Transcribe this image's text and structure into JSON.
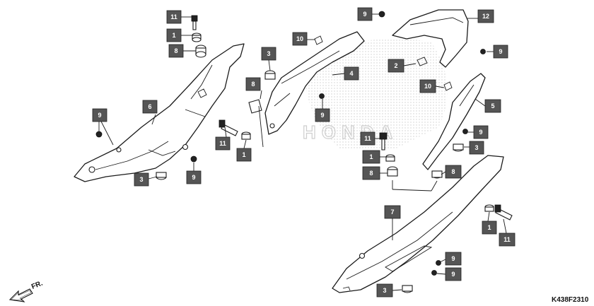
{
  "diagram": {
    "code": "K438F2310",
    "front_label": "FR.",
    "watermark_text": "HONDA",
    "callout_color": "#555555",
    "callouts": [
      {
        "id": "c11a",
        "label": "11"
      },
      {
        "id": "c1a",
        "label": "1"
      },
      {
        "id": "c8a",
        "label": "8"
      },
      {
        "id": "c3a",
        "label": "3"
      },
      {
        "id": "c10a",
        "label": "10"
      },
      {
        "id": "c4",
        "label": "4"
      },
      {
        "id": "c8b",
        "label": "8"
      },
      {
        "id": "c9a",
        "label": "9"
      },
      {
        "id": "c6",
        "label": "6"
      },
      {
        "id": "c9b",
        "label": "9"
      },
      {
        "id": "c11b",
        "label": "11"
      },
      {
        "id": "c1b",
        "label": "1"
      },
      {
        "id": "c3b",
        "label": "3"
      },
      {
        "id": "c9c",
        "label": "9"
      },
      {
        "id": "c9d",
        "label": "9"
      },
      {
        "id": "c12",
        "label": "12"
      },
      {
        "id": "c2",
        "label": "2"
      },
      {
        "id": "c9e",
        "label": "9"
      },
      {
        "id": "c10b",
        "label": "10"
      },
      {
        "id": "c5",
        "label": "5"
      },
      {
        "id": "c9f",
        "label": "9"
      },
      {
        "id": "c3c",
        "label": "3"
      },
      {
        "id": "c11c",
        "label": "11"
      },
      {
        "id": "c1c",
        "label": "1"
      },
      {
        "id": "c8c",
        "label": "8"
      },
      {
        "id": "c8d",
        "label": "8"
      },
      {
        "id": "c7",
        "label": "7"
      },
      {
        "id": "c1d",
        "label": "1"
      },
      {
        "id": "c11d",
        "label": "11"
      },
      {
        "id": "c9g",
        "label": "9"
      },
      {
        "id": "c9h",
        "label": "9"
      },
      {
        "id": "c3d",
        "label": "3"
      }
    ]
  }
}
